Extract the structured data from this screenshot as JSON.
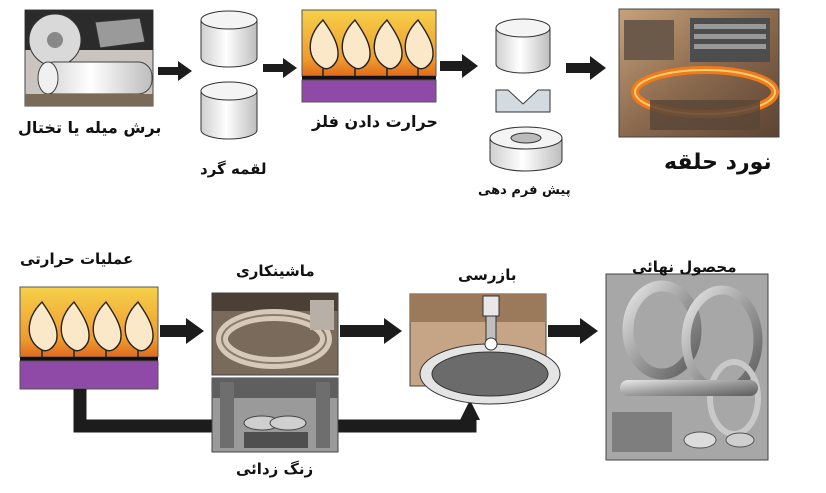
{
  "steps": {
    "cutting": "برش میله یا تختال",
    "billet": "لقمه گرد",
    "heating": "حرارت دادن فلز",
    "preforming": "پیش فرم دهی",
    "ring_rolling": "نورد حلقه",
    "heat_treatment": "عملیات حرارتی",
    "machining": "ماشینکاری",
    "inspection": "بازرسی",
    "final_product": "محصول نهائی",
    "descaling": "زنگ زدائی"
  },
  "colors": {
    "flame_fill": "#fbe8c8",
    "furnace_top": "#f2c23a",
    "furnace_orange": "#ef8a26",
    "furnace_base": "#8f4aa8",
    "arrow": "#1c1c1c"
  }
}
